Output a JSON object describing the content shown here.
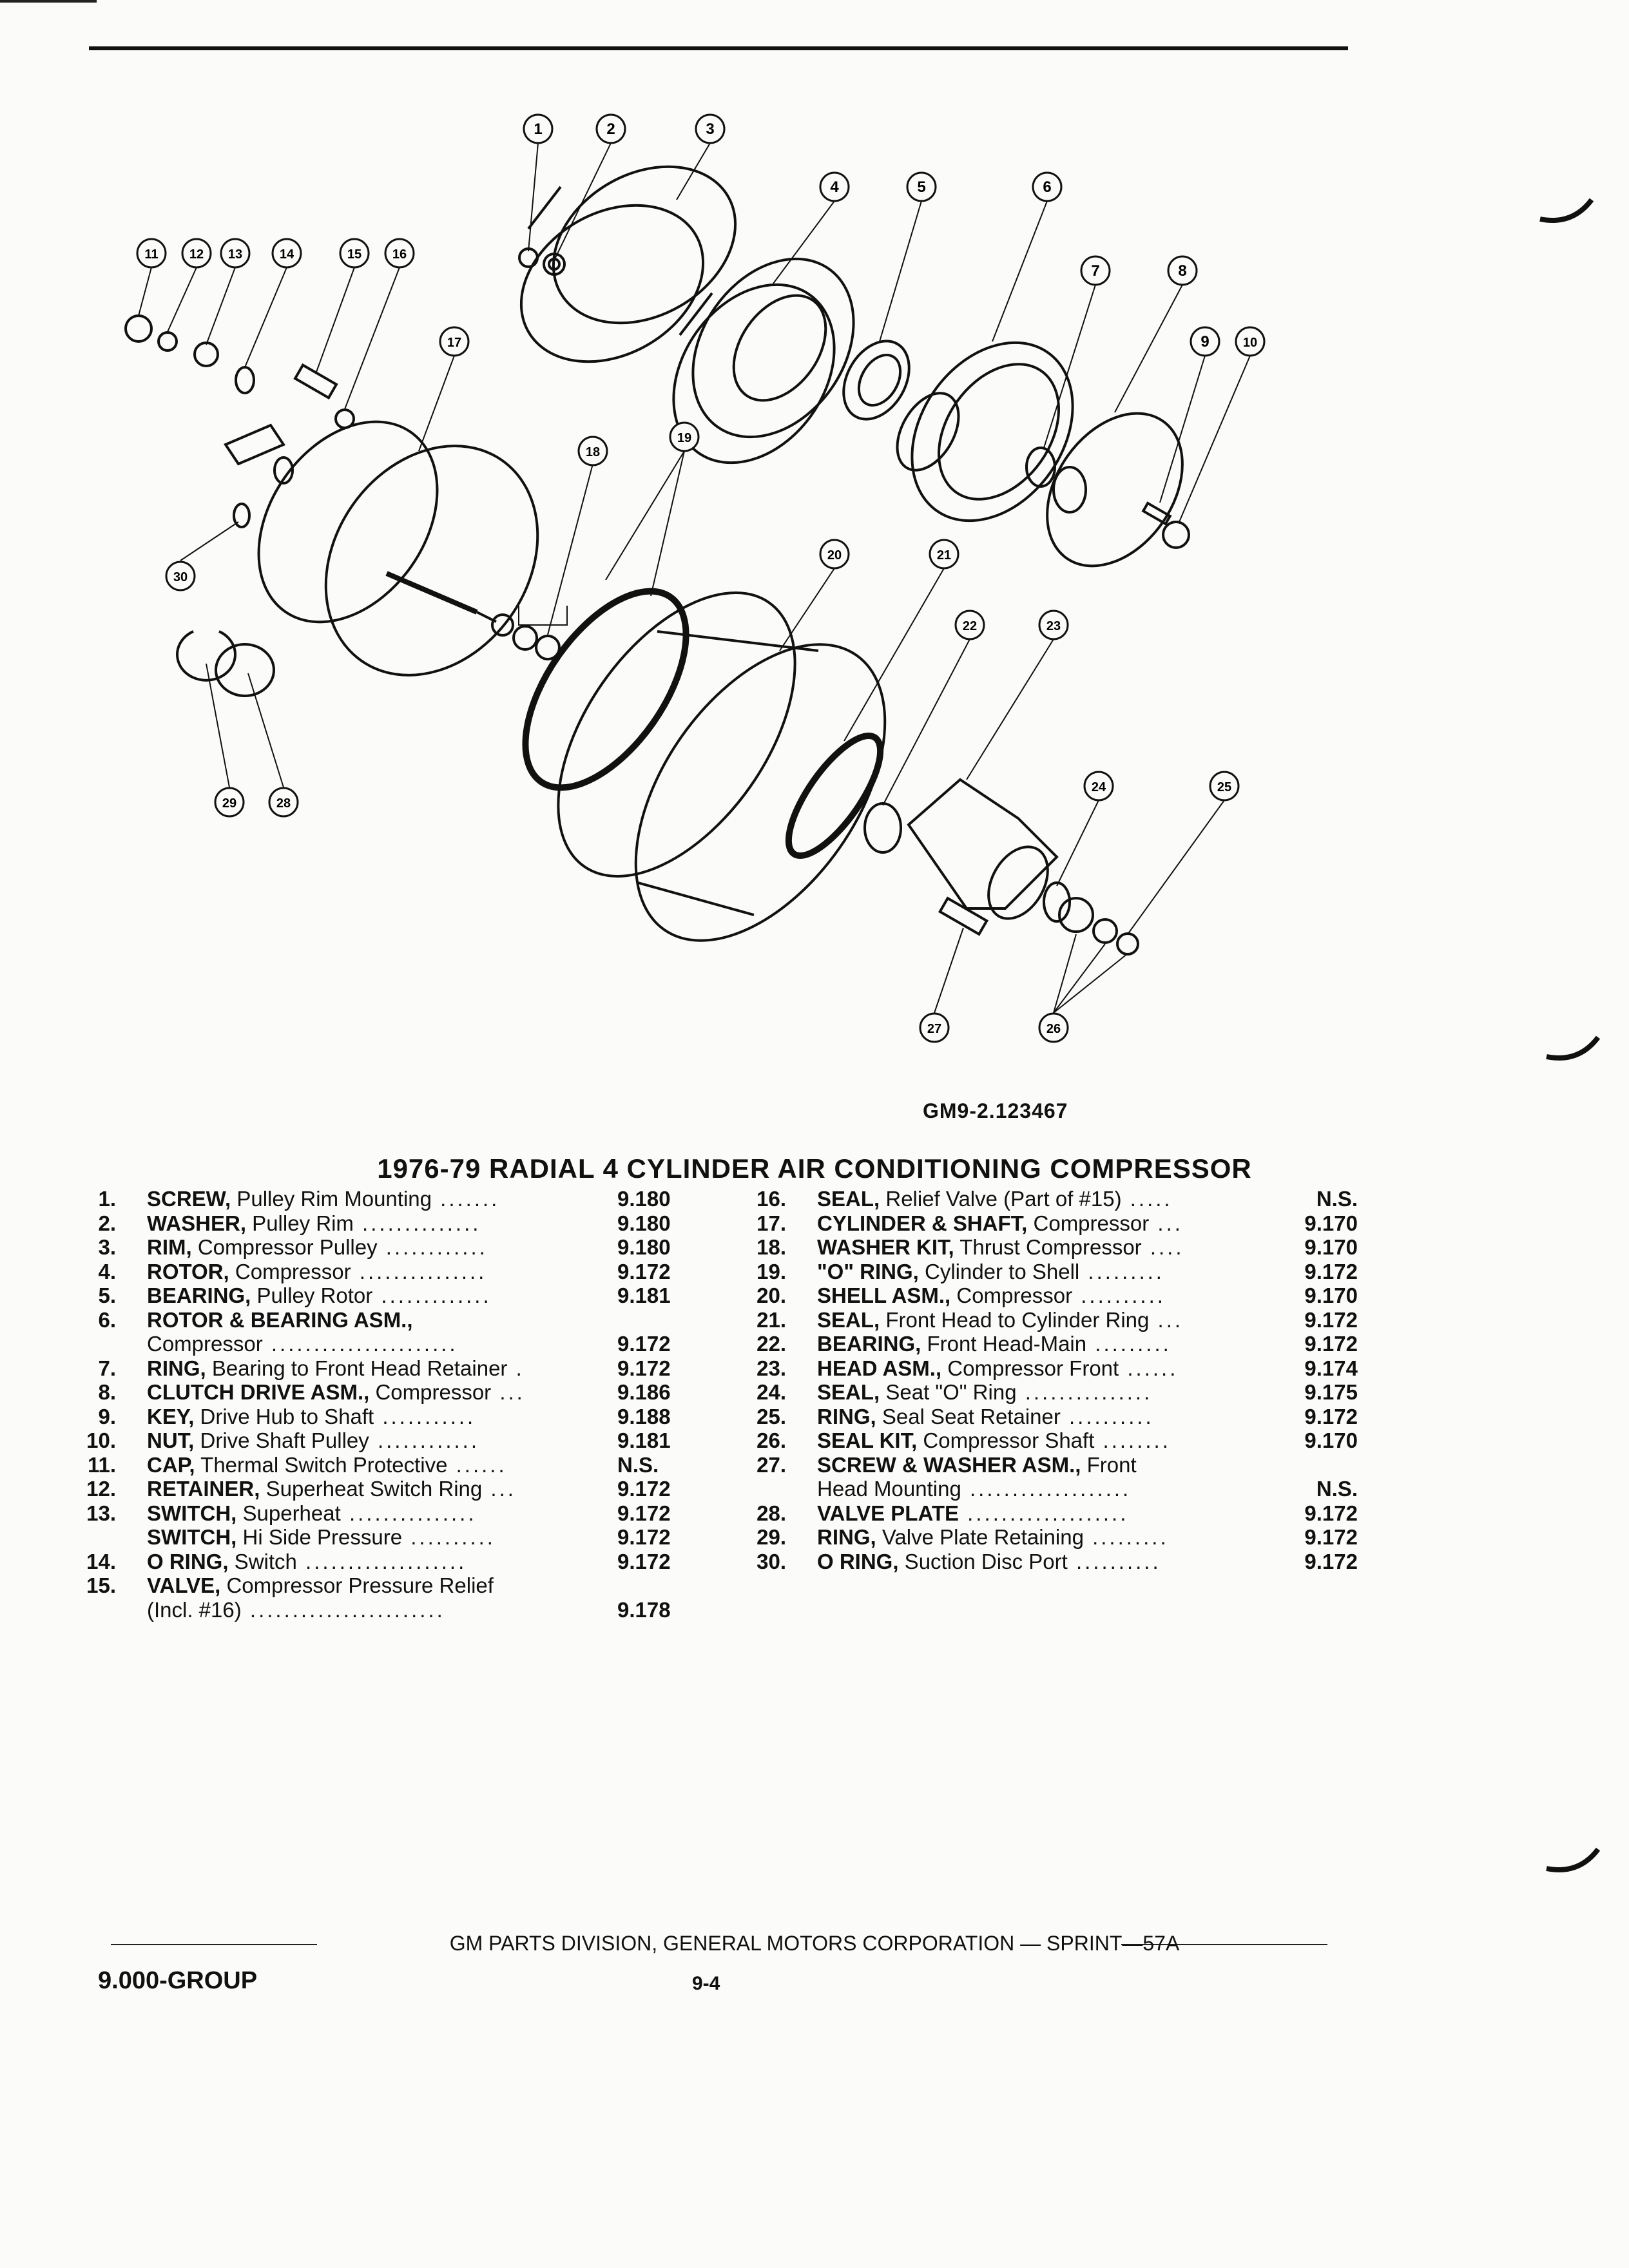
{
  "figure_code": "GM9-2.123467",
  "title": "1976-79 RADIAL 4 CYLINDER AIR CONDITIONING COMPRESSOR",
  "callouts": [
    "1",
    "2",
    "3",
    "4",
    "5",
    "6",
    "7",
    "8",
    "9",
    "10",
    "11",
    "12",
    "13",
    "14",
    "15",
    "16",
    "17",
    "18",
    "19",
    "20",
    "21",
    "22",
    "23",
    "24",
    "25",
    "26",
    "27",
    "28",
    "29",
    "30"
  ],
  "parts_left": [
    {
      "num": "1.",
      "name": "SCREW,",
      "desc": "Pulley Rim Mounting",
      "dots": ".......",
      "group": "9.180"
    },
    {
      "num": "2.",
      "name": "WASHER,",
      "desc": "Pulley Rim",
      "dots": "..............",
      "group": "9.180"
    },
    {
      "num": "3.",
      "name": "RIM,",
      "desc": "Compressor Pulley",
      "dots": "............",
      "group": "9.180"
    },
    {
      "num": "4.",
      "name": "ROTOR,",
      "desc": "Compressor",
      "dots": "...............",
      "group": "9.172"
    },
    {
      "num": "5.",
      "name": "BEARING,",
      "desc": "Pulley Rotor",
      "dots": ".............",
      "group": "9.181"
    },
    {
      "num": "6.",
      "name": "ROTOR & BEARING ASM.,",
      "desc": "",
      "dots": "",
      "group": ""
    },
    {
      "num": "",
      "name": "",
      "desc": "Compressor",
      "dots": "......................",
      "group": "9.172"
    },
    {
      "num": "7.",
      "name": "RING,",
      "desc": "Bearing to Front Head Retainer",
      "dots": ".",
      "group": "9.172"
    },
    {
      "num": "8.",
      "name": "CLUTCH DRIVE ASM.,",
      "desc": "Compressor",
      "dots": "...",
      "group": "9.186"
    },
    {
      "num": "9.",
      "name": "KEY,",
      "desc": "Drive Hub to Shaft",
      "dots": "...........",
      "group": "9.188"
    },
    {
      "num": "10.",
      "name": "NUT,",
      "desc": "Drive Shaft Pulley",
      "dots": "............",
      "group": "9.181"
    },
    {
      "num": "11.",
      "name": "CAP,",
      "desc": "Thermal Switch Protective",
      "dots": "......",
      "group": "N.S."
    },
    {
      "num": "12.",
      "name": "RETAINER,",
      "desc": "Superheat Switch Ring",
      "dots": "...",
      "group": "9.172"
    },
    {
      "num": "13.",
      "name": "SWITCH,",
      "desc": "Superheat",
      "dots": "...............",
      "group": "9.172"
    },
    {
      "num": "",
      "name": "SWITCH,",
      "desc": "Hi Side Pressure",
      "dots": "..........",
      "group": "9.172"
    },
    {
      "num": "14.",
      "name": "O RING,",
      "desc": "Switch",
      "dots": "...................",
      "group": "9.172"
    },
    {
      "num": "15.",
      "name": "VALVE,",
      "desc": "Compressor Pressure Relief",
      "dots": "",
      "group": ""
    },
    {
      "num": "",
      "name": "",
      "desc": "(Incl. #16)",
      "dots": ".......................",
      "group": "9.178"
    }
  ],
  "parts_right": [
    {
      "num": "16.",
      "name": "SEAL,",
      "desc": "Relief Valve (Part of #15)",
      "dots": ".....",
      "group": "N.S."
    },
    {
      "num": "17.",
      "name": "CYLINDER & SHAFT,",
      "desc": "Compressor",
      "dots": "...",
      "group": "9.170"
    },
    {
      "num": "18.",
      "name": "WASHER KIT,",
      "desc": "Thrust Compressor",
      "dots": "....",
      "group": "9.170"
    },
    {
      "num": "19.",
      "name": "\"O\" RING,",
      "desc": "Cylinder to Shell",
      "dots": ".........",
      "group": "9.172"
    },
    {
      "num": "20.",
      "name": "SHELL ASM.,",
      "desc": "Compressor",
      "dots": "..........",
      "group": "9.170"
    },
    {
      "num": "21.",
      "name": "SEAL,",
      "desc": "Front Head to Cylinder Ring",
      "dots": "...",
      "group": "9.172"
    },
    {
      "num": "22.",
      "name": "BEARING,",
      "desc": "Front Head-Main",
      "dots": ".........",
      "group": "9.172"
    },
    {
      "num": "23.",
      "name": "HEAD ASM.,",
      "desc": "Compressor Front",
      "dots": "......",
      "group": "9.174"
    },
    {
      "num": "24.",
      "name": "SEAL,",
      "desc": "Seat \"O\" Ring",
      "dots": "...............",
      "group": "9.175"
    },
    {
      "num": "25.",
      "name": "RING,",
      "desc": "Seal Seat Retainer",
      "dots": "..........",
      "group": "9.172"
    },
    {
      "num": "26.",
      "name": "SEAL KIT,",
      "desc": "Compressor Shaft",
      "dots": "........",
      "group": "9.170"
    },
    {
      "num": "27.",
      "name": "SCREW & WASHER ASM.,",
      "desc": "Front",
      "dots": "",
      "group": ""
    },
    {
      "num": "",
      "name": "",
      "desc": "Head Mounting",
      "dots": "...................",
      "group": "N.S."
    },
    {
      "num": "28.",
      "name": "VALVE PLATE",
      "desc": "",
      "dots": "...................",
      "group": "9.172"
    },
    {
      "num": "29.",
      "name": "RING,",
      "desc": "Valve Plate Retaining",
      "dots": ".........",
      "group": "9.172"
    },
    {
      "num": "30.",
      "name": "O RING,",
      "desc": "Suction Disc Port",
      "dots": "..........",
      "group": "9.172"
    }
  ],
  "footer": "GM PARTS DIVISION, GENERAL MOTORS CORPORATION — SPRINT—57A",
  "group_label": "9.000-GROUP",
  "page_number": "9-4"
}
